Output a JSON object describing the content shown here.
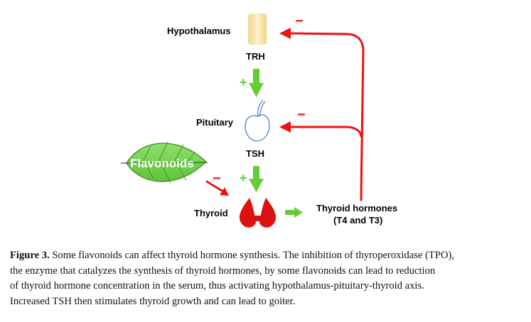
{
  "nodes": {
    "hypothalamus": "Hypothalamus",
    "trh": "TRH",
    "pituitary": "Pituitary",
    "tsh": "TSH",
    "thyroid": "Thyroid",
    "flavonoids": "Flavonoids",
    "thyroid_hormones": "Thyroid hormones",
    "thyroid_hormones_sub": "(T4 and T3)"
  },
  "signs": {
    "stimulate": "+",
    "inhibit": "−"
  },
  "colors": {
    "stimulate": "#66cc33",
    "inhibit": "#ee1111",
    "leaf": "#6ccf4a",
    "thyroid": "#dd1111",
    "hypothalamus": "#f9e3a6"
  },
  "caption": {
    "label": "Figure 3.",
    "lines": [
      " Some flavonoids can affect thyroid hormone synthesis. The inhibition of thyroperoxidase (TPO),",
      "the enzyme that catalyzes the synthesis of thyroid hormones, by some flavonoids can lead to reduction",
      "of thyroid hormone concentration in the serum, thus activating hypothalamus-pituitary-thyroid axis.",
      "Increased TSH then stimulates thyroid growth and can lead to goiter."
    ]
  }
}
